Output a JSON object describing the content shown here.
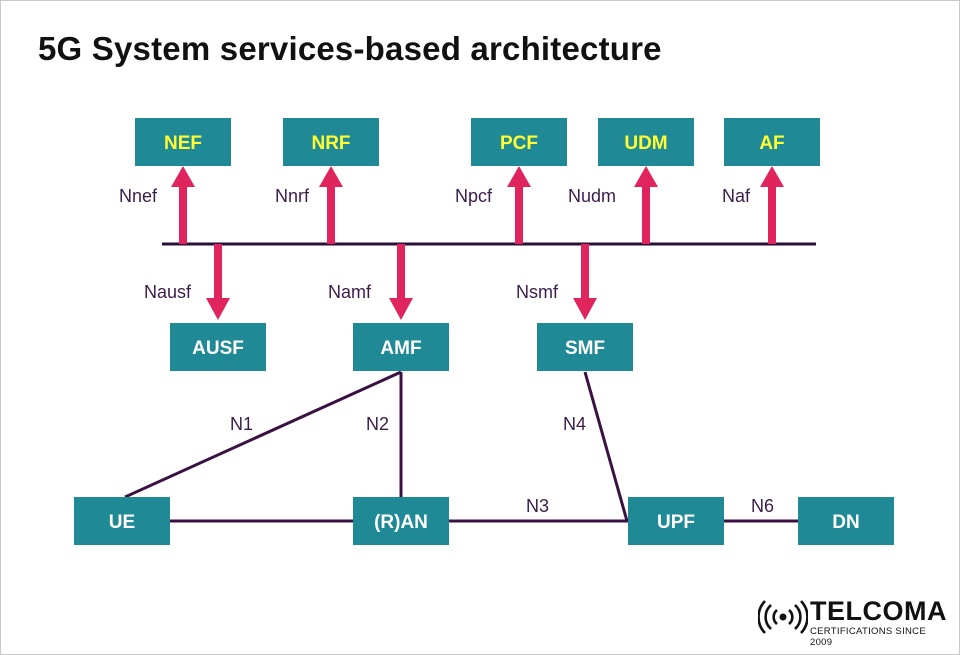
{
  "title": "5G System services-based architecture",
  "top_nodes": [
    {
      "id": "NEF",
      "label": "NEF",
      "interface": "Nnef"
    },
    {
      "id": "NRF",
      "label": "NRF",
      "interface": "Nnrf"
    },
    {
      "id": "PCF",
      "label": "PCF",
      "interface": "Npcf"
    },
    {
      "id": "UDM",
      "label": "UDM",
      "interface": "Nudm"
    },
    {
      "id": "AF",
      "label": "AF",
      "interface": "Naf"
    }
  ],
  "mid_nodes": [
    {
      "id": "AUSF",
      "label": "AUSF",
      "interface": "Nausf"
    },
    {
      "id": "AMF",
      "label": "AMF",
      "interface": "Namf"
    },
    {
      "id": "SMF",
      "label": "SMF",
      "interface": "Nsmf"
    }
  ],
  "bottom_nodes": [
    {
      "id": "UE",
      "label": "UE"
    },
    {
      "id": "RAN",
      "label": "(R)AN"
    },
    {
      "id": "UPF",
      "label": "UPF"
    },
    {
      "id": "DN",
      "label": "DN"
    }
  ],
  "reference_points": [
    {
      "id": "N1",
      "label": "N1",
      "from": "UE",
      "to": "AMF"
    },
    {
      "id": "N2",
      "label": "N2",
      "from": "RAN",
      "to": "AMF"
    },
    {
      "id": "N3",
      "label": "N3",
      "from": "RAN",
      "to": "UPF"
    },
    {
      "id": "N4",
      "label": "N4",
      "from": "SMF",
      "to": "UPF"
    },
    {
      "id": "N6",
      "label": "N6",
      "from": "UPF",
      "to": "DN"
    }
  ],
  "logo": {
    "name": "TELCOMA",
    "tagline": "CERTIFICATIONS SINCE 2009"
  },
  "colors": {
    "node_fill": "#1f8a96",
    "service_node_text": "#ffff33",
    "arrow": "#e0245e",
    "line": "#3b1144"
  }
}
